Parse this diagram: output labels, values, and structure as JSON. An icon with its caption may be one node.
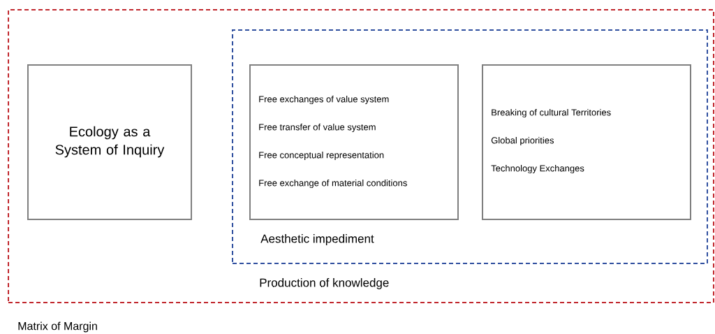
{
  "diagram": {
    "nodes": [
      {
        "text": [
          "Production of knowledge",
          "Matrix of Margin"
        ]
      },
      {
        "text": [
          "Ecology as a System of Inquiry"
        ],
        "in": 0
      },
      {
        "text": [
          "Aesthetic impediment"
        ],
        "in": 0
      },
      {
        "text": [
          "Free exchanges of value system",
          "Free transfer of value system",
          "Free conceptual representation",
          "Free exchange of material conditions"
        ],
        "in": 2
      },
      {
        "text": [
          "Breaking of cultural Territories",
          "Global priorities",
          "Technology Exchanges"
        ],
        "in": 2
      }
    ]
  }
}
